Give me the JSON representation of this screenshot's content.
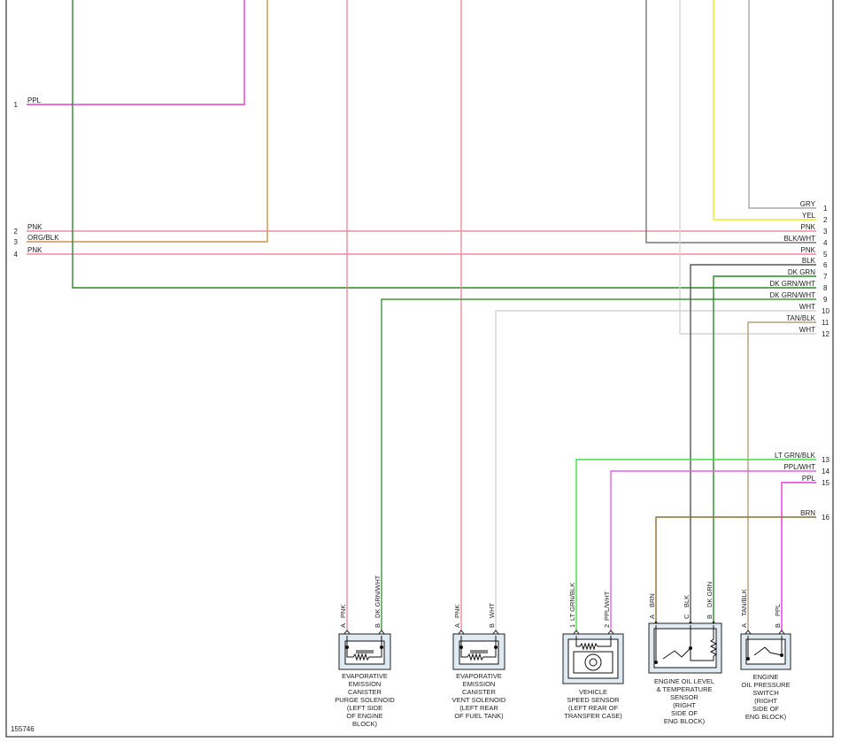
{
  "diagram_id": "155746",
  "colors": {
    "PPL": "#e83ad6",
    "PNK": "#f08aa0",
    "ORG_BLK": "#c8964a",
    "DK_GRN": "#2a8a2a",
    "DK_GRN_WHT": "#3a9a3a",
    "GRY": "#a8a8a8",
    "YEL": "#ffff33",
    "BLK_WHT": "#777777",
    "BLK": "#555555",
    "WHT": "#d4d4d4",
    "TAN_BLK": "#b0a080",
    "LT_GRN_BLK": "#44dd44",
    "PPL_WHT": "#e060e0",
    "BRN": "#8b6d3a"
  },
  "left_connector": {
    "pins": [
      {
        "pin": "1",
        "wire": "PPL"
      },
      {
        "pin": "2",
        "wire": "PNK"
      },
      {
        "pin": "3",
        "wire": "ORG/BLK"
      },
      {
        "pin": "4",
        "wire": "PNK"
      }
    ]
  },
  "right_connector": {
    "pins": [
      {
        "pin": "1",
        "wire": "GRY"
      },
      {
        "pin": "2",
        "wire": "YEL"
      },
      {
        "pin": "3",
        "wire": "PNK"
      },
      {
        "pin": "4",
        "wire": "BLK/WHT"
      },
      {
        "pin": "5",
        "wire": "PNK"
      },
      {
        "pin": "6",
        "wire": "BLK"
      },
      {
        "pin": "7",
        "wire": "DK GRN"
      },
      {
        "pin": "8",
        "wire": "DK GRN/WHT"
      },
      {
        "pin": "9",
        "wire": "DK GRN/WHT"
      },
      {
        "pin": "10",
        "wire": "WHT"
      },
      {
        "pin": "11",
        "wire": "TAN/BLK"
      },
      {
        "pin": "12",
        "wire": "WHT"
      },
      {
        "pin": "13",
        "wire": "LT GRN/BLK"
      },
      {
        "pin": "14",
        "wire": "PPL/WHT"
      },
      {
        "pin": "15",
        "wire": "PPL"
      },
      {
        "pin": "16",
        "wire": "BRN"
      }
    ]
  },
  "components": [
    {
      "id": "purge",
      "label_lines": [
        "EVAPORATIVE",
        "EMISSION",
        "CANISTER",
        "PURGE SOLENOID",
        "(LEFT SIDE",
        "OF ENGINE",
        "BLOCK)"
      ],
      "terminals": [
        {
          "pin": "A",
          "wire": "PNK"
        },
        {
          "pin": "B",
          "wire": "DK GRN/WHT"
        }
      ]
    },
    {
      "id": "vent",
      "label_lines": [
        "EVAPORATIVE",
        "EMISSION",
        "CANISTER",
        "VENT SOLENOID",
        "(LEFT REAR",
        "OF FUEL TANK)"
      ],
      "terminals": [
        {
          "pin": "A",
          "wire": "PNK"
        },
        {
          "pin": "B",
          "wire": "WHT"
        }
      ]
    },
    {
      "id": "vss",
      "label_lines": [
        "VEHICLE",
        "SPEED SENSOR",
        "(LEFT REAR OF",
        "TRANSFER CASE)"
      ],
      "terminals": [
        {
          "pin": "1",
          "wire": "LT GRN/BLK"
        },
        {
          "pin": "2",
          "wire": "PPL/WHT"
        }
      ]
    },
    {
      "id": "oil-level",
      "label_lines": [
        "ENGINE OIL LEVEL",
        "& TEMPERATURE",
        "SENSOR",
        "(RIGHT",
        "SIDE OF",
        "ENG BLOCK)"
      ],
      "terminals": [
        {
          "pin": "A",
          "wire": "BRN"
        },
        {
          "pin": "C",
          "wire": "BLK"
        },
        {
          "pin": "B",
          "wire": "DK GRN"
        }
      ]
    },
    {
      "id": "oil-pressure",
      "label_lines": [
        "ENGINE",
        "OIL PRESSURE",
        "SWITCH",
        "(RIGHT",
        "SIDE OF",
        "ENG BLOCK)"
      ],
      "terminals": [
        {
          "pin": "A",
          "wire": "TAN/BLK"
        },
        {
          "pin": "B",
          "wire": "PPL"
        }
      ]
    }
  ]
}
